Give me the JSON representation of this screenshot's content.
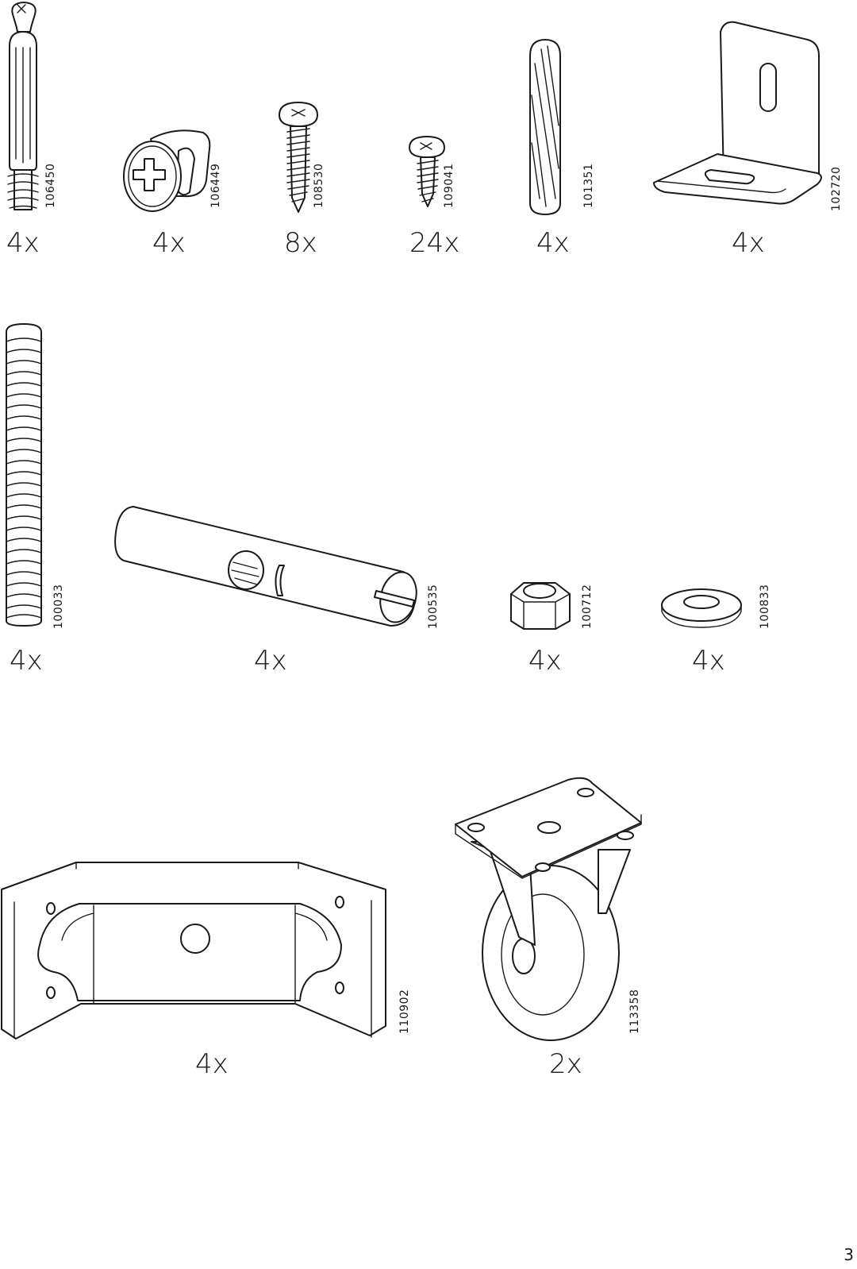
{
  "parts": [
    {
      "id": "cam-bolt",
      "code": "106450",
      "qty": "4x"
    },
    {
      "id": "cam-lock",
      "code": "106449",
      "qty": "4x"
    },
    {
      "id": "screw-large",
      "code": "108530",
      "qty": "8x"
    },
    {
      "id": "screw-small",
      "code": "109041",
      "qty": "24x"
    },
    {
      "id": "dowel",
      "code": "101351",
      "qty": "4x"
    },
    {
      "id": "angle-bracket",
      "code": "102720",
      "qty": "4x"
    },
    {
      "id": "threaded-rod",
      "code": "100033",
      "qty": "4x"
    },
    {
      "id": "barrel-nut",
      "code": "100535",
      "qty": "4x"
    },
    {
      "id": "hex-nut",
      "code": "100712",
      "qty": "4x"
    },
    {
      "id": "washer",
      "code": "100833",
      "qty": "4x"
    },
    {
      "id": "mounting-bracket",
      "code": "110902",
      "qty": "4x"
    },
    {
      "id": "caster-wheel",
      "code": "113358",
      "qty": "2x"
    }
  ],
  "page_number": "3"
}
